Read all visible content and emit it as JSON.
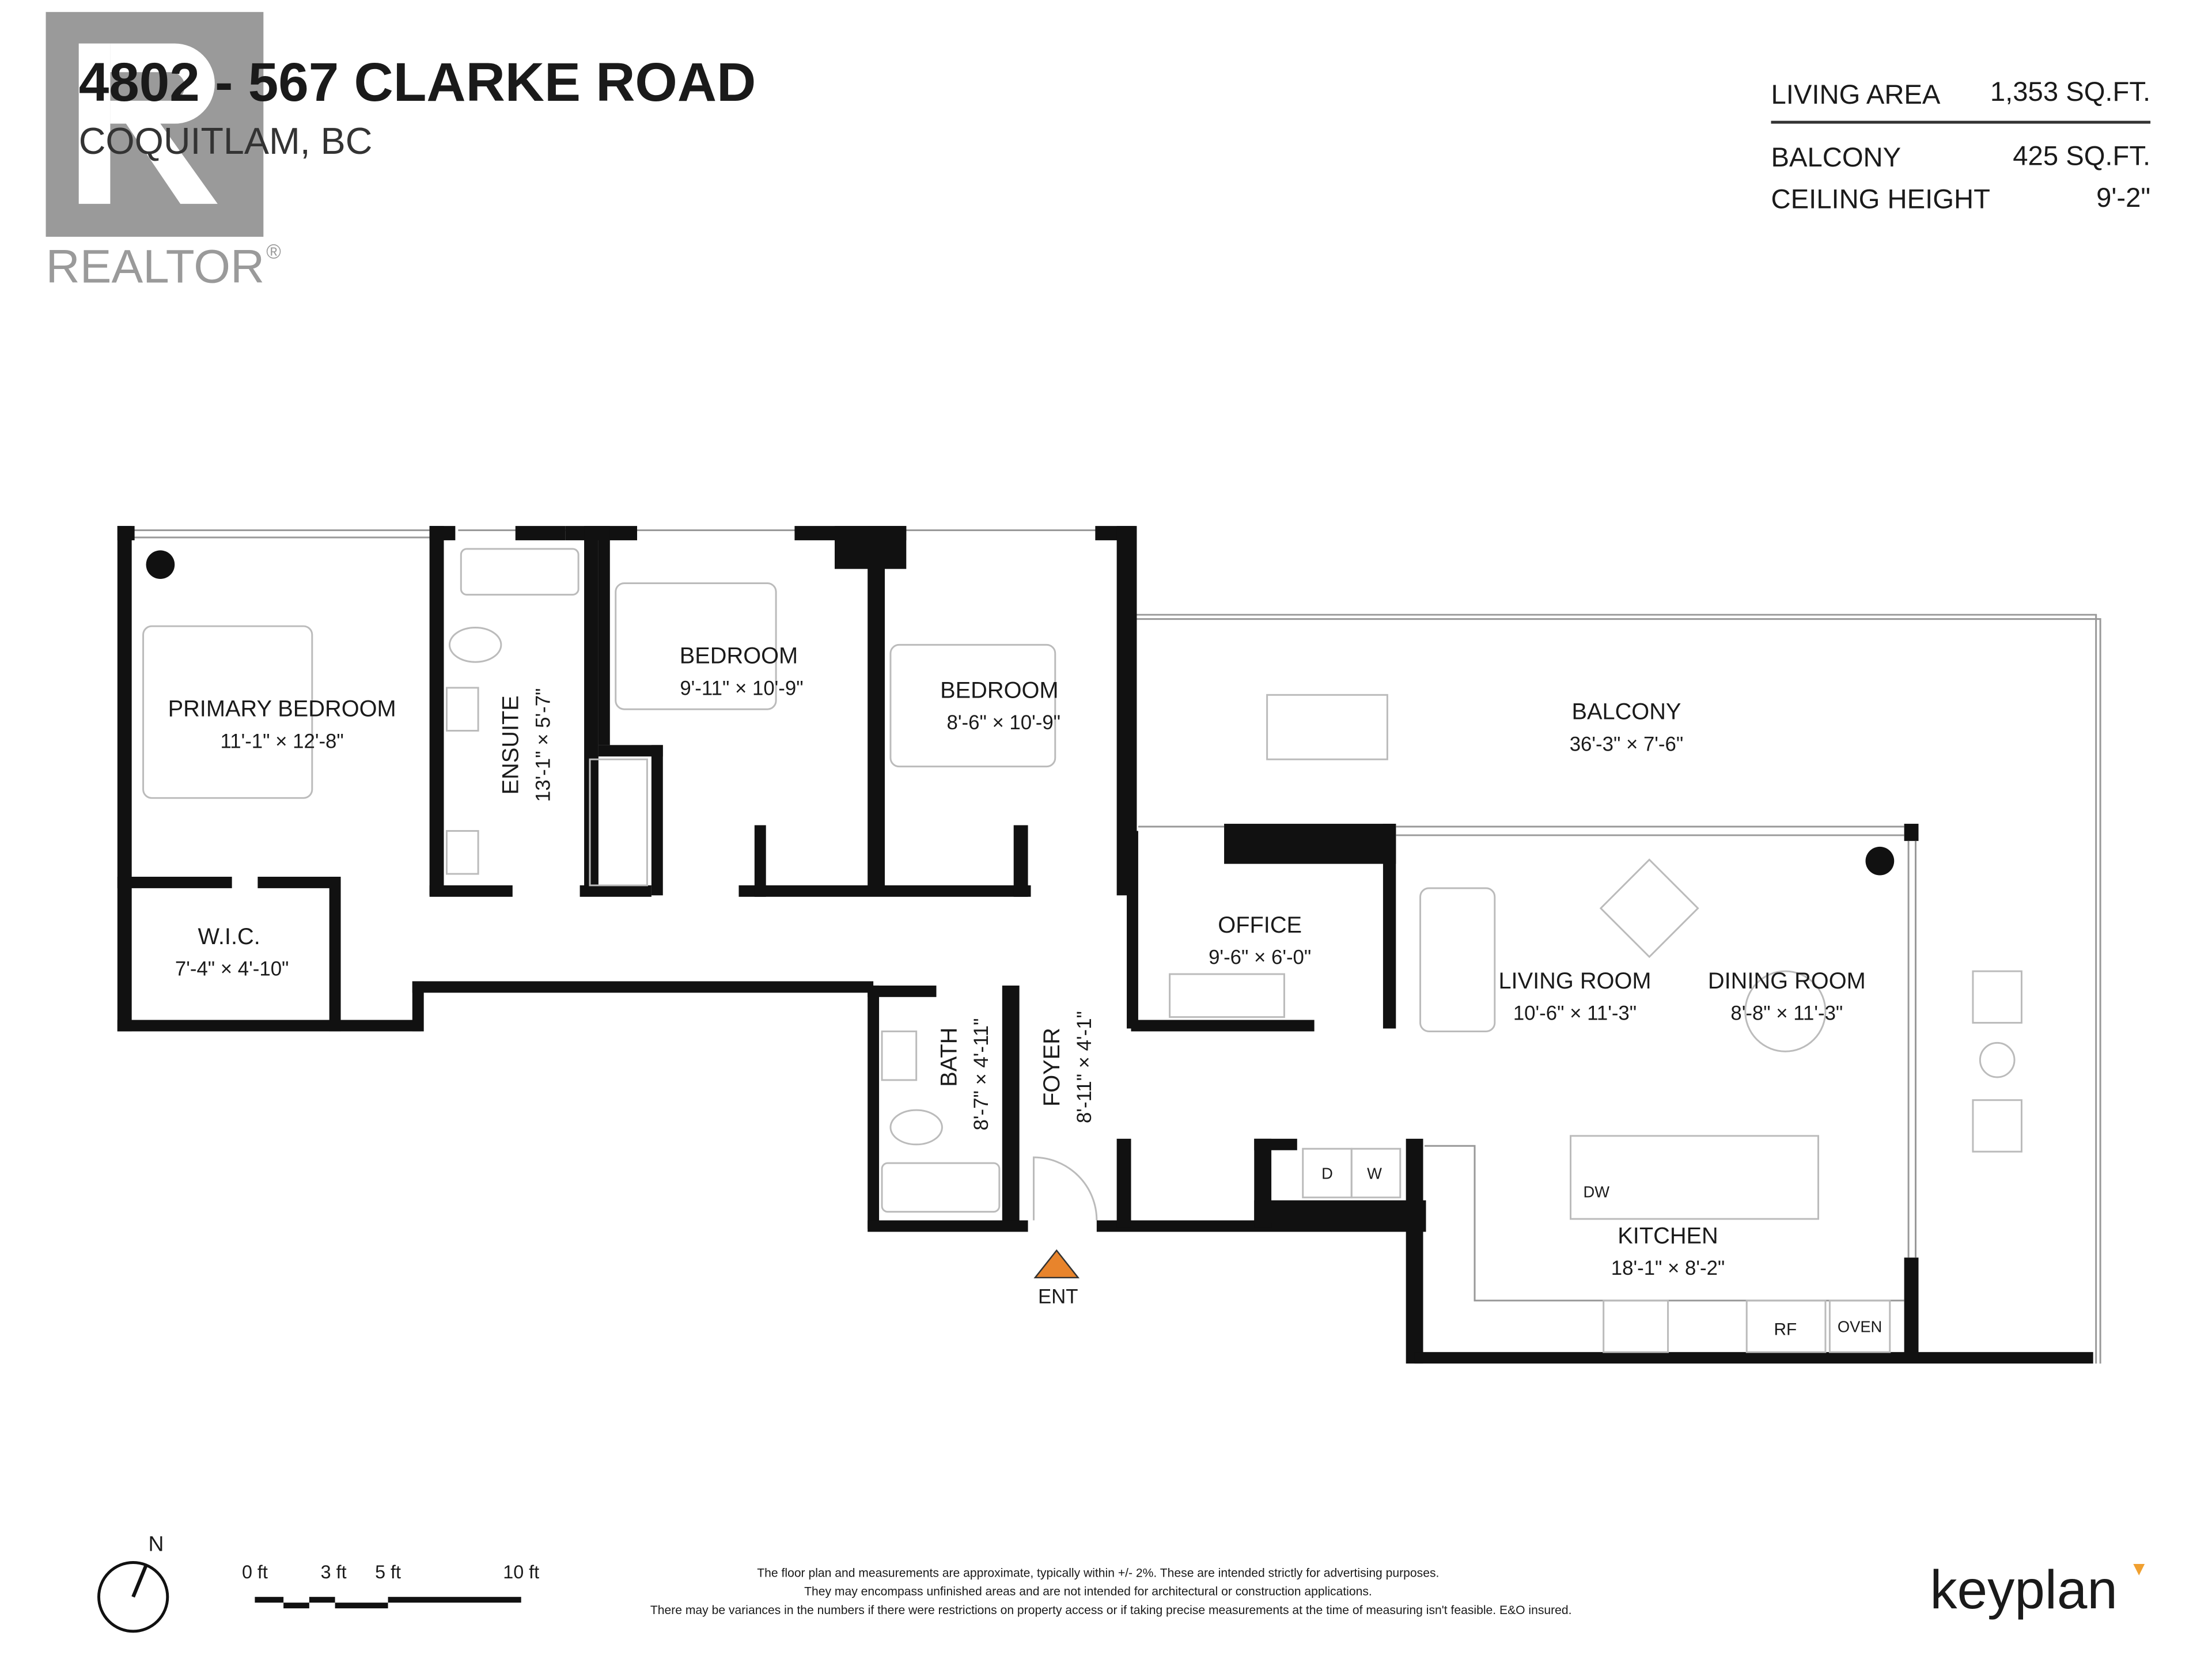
{
  "header": {
    "title": "4802 - 567 CLARKE ROAD",
    "subtitle": "COQUITLAM, BC"
  },
  "logo": {
    "text": "REALTOR",
    "mark": "®"
  },
  "stats": {
    "living_area_label": "LIVING AREA",
    "living_area_value": "1,353 SQ.FT.",
    "balcony_label": "BALCONY",
    "balcony_value": "425 SQ.FT.",
    "ceiling_label": "CEILING HEIGHT",
    "ceiling_value": "9'-2\""
  },
  "rooms": {
    "primary_bedroom": {
      "name": "PRIMARY BEDROOM",
      "dims": "11'-1\"  ×  12'-8\""
    },
    "wic": {
      "name": "W.I.C.",
      "dims": "7'-4\"  ×  4'-10\""
    },
    "ensuite": {
      "name": "ENSUITE",
      "dims": "13'-1\"  ×  5'-7\""
    },
    "bedroom1": {
      "name": "BEDROOM",
      "dims": "9'-11\"  ×  10'-9\""
    },
    "bedroom2": {
      "name": "BEDROOM",
      "dims": "8'-6\"  ×  10'-9\""
    },
    "balcony": {
      "name": "BALCONY",
      "dims": "36'-3\"  ×  7'-6\""
    },
    "office": {
      "name": "OFFICE",
      "dims": "9'-6\"  ×  6'-0\""
    },
    "living": {
      "name": "LIVING ROOM",
      "dims": "10'-6\"  ×  11'-3\""
    },
    "dining": {
      "name": "DINING ROOM",
      "dims": "8'-8\"  ×  11'-3\""
    },
    "bath": {
      "name": "BATH",
      "dims": "8'-7\"  ×  4'-11\""
    },
    "foyer": {
      "name": "FOYER",
      "dims": "8'-11\"  ×  4'-1\""
    },
    "kitchen": {
      "name": "KITCHEN",
      "dims": "18'-1\"  ×  8'-2\""
    }
  },
  "appliances": {
    "dryer": "D",
    "washer": "W",
    "dishwasher": "DW",
    "fridge": "RF",
    "oven": "OVEN"
  },
  "entry": {
    "label": "ENT",
    "color": "#e8842c"
  },
  "compass": {
    "label": "N"
  },
  "scale": {
    "t0": "0 ft",
    "t3": "3 ft",
    "t5": "5 ft",
    "t10": "10 ft"
  },
  "disclaimer": {
    "line1": "The floor plan and measurements are approximate, typically within +/- 2%. These are intended strictly for advertising purposes.",
    "line2": "They may encompass unfinished areas and are not intended for architectural or construction applications.",
    "line3": "There may be variances in the numbers if there were restrictions on property access or if taking precise measurements at the time of measuring isn't feasible. E&O insured."
  },
  "brand": {
    "name": "keyplan",
    "accent": "#f0a030"
  }
}
